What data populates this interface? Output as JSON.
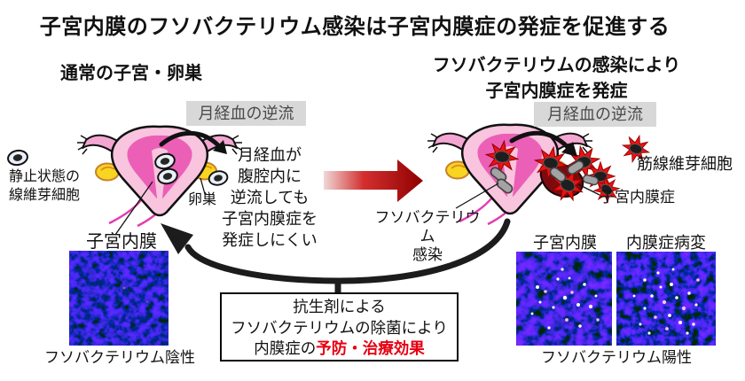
{
  "title": "子宮内膜のフソバクテリウム感染は子宮内膜症の発症を促進する",
  "left": {
    "heading": "通常の子宮・卵巣",
    "badge": "月経血の逆流",
    "fibroblast_line1": "静止状態の",
    "fibroblast_line2": "線維芽細胞",
    "ovary": "卵巣",
    "endometrium": "子宮内膜",
    "note": [
      "月経血が",
      "腹腔内に",
      "逆流しても",
      "子宮内膜症を",
      "発症しにくい"
    ],
    "caption": "フソバクテリウム陰性"
  },
  "right": {
    "heading1": "フソバクテリウムの感染により",
    "heading2": "子宮内膜症を発症",
    "badge": "月経血の逆流",
    "myofibroblast": "筋線維芽細胞",
    "endometriosis": "子宮内膜症",
    "infection1": "フソバクテリウム",
    "infection2": "感染",
    "micro1": "子宮内膜",
    "micro2": "内膜症病変",
    "caption": "フソバクテリウム陽性"
  },
  "box": {
    "line1": "抗生剤による",
    "line2": "フソバクテリウムの除菌により",
    "line3_black": "内膜症の",
    "line3_red": "予防・治療効果"
  },
  "colors": {
    "highlight_red": "#e60012",
    "badge_bg": "#d8d8d8",
    "badge_text": "#4a4a4a",
    "transition_arrow_dark": "#8e0000",
    "star_red": "#ea1111",
    "uterus_pink": "#f8c4de",
    "endometrium_magenta": "#ec5fb7",
    "ovary_yellow": "#f7d520",
    "lesion_dark_red": "#7c0b10",
    "micrograph_blue": "#1414cc"
  }
}
